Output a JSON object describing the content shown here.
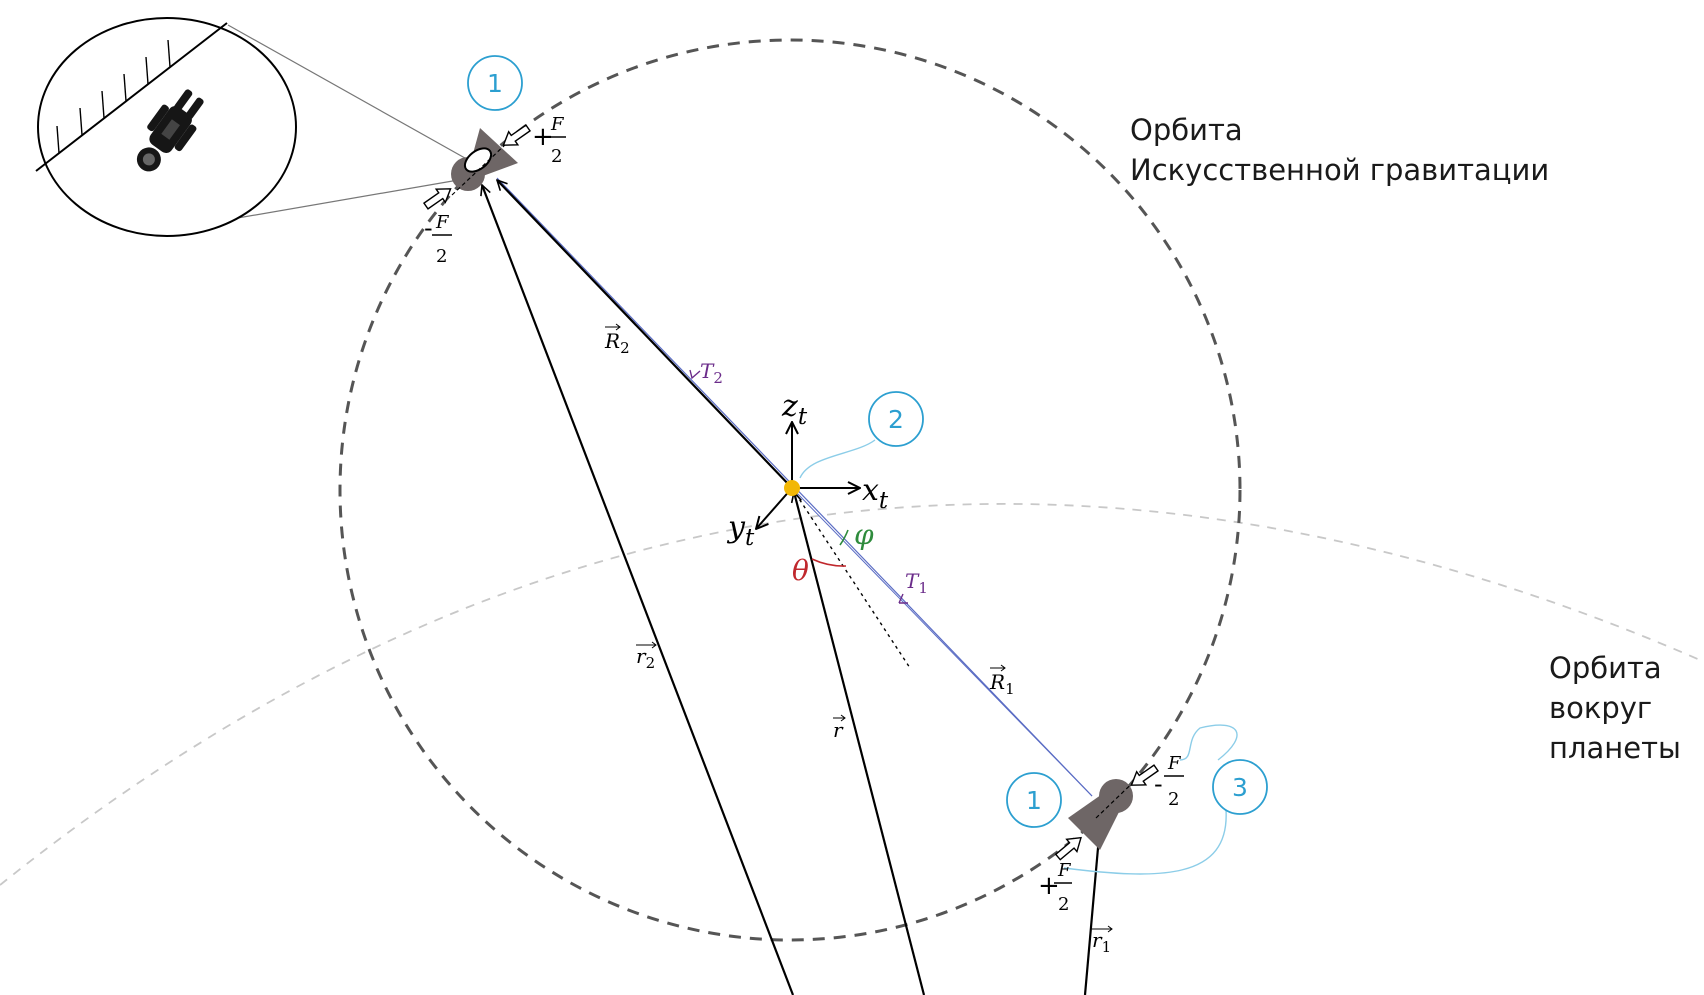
{
  "labels": {
    "orbit_ag_line1": "Орбита",
    "orbit_ag_line2": "Искусственной гравитации",
    "orbit_planet_line1": "Орбита",
    "orbit_planet_line2": "вокруг",
    "orbit_planet_line3": "планеты"
  },
  "callouts": {
    "module_top": "1",
    "center": "2",
    "module_bottom": "1",
    "tether_attach": "3"
  },
  "symbols": {
    "axis_z": "z",
    "axis_x": "x",
    "axis_y": "y",
    "axis_subscript": "t",
    "angle_phi": "φ",
    "angle_theta": "θ",
    "vector_R": "R",
    "vector_r": "r",
    "tension_T": "T",
    "index_1": "1",
    "index_2": "2",
    "force_F": "F",
    "denominator_2": "2",
    "plus": "+",
    "minus": "-"
  },
  "colors": {
    "callout": "#2c9fd0",
    "phi": "#2e8b3c",
    "theta": "#c0282d",
    "tension": "#6b2c8a",
    "tether": "#5a6cc4",
    "orbit_ag": "#555555",
    "orbit_planet": "#c8c8c8",
    "center_mass": "#f2b705",
    "module": "#6e6666"
  }
}
